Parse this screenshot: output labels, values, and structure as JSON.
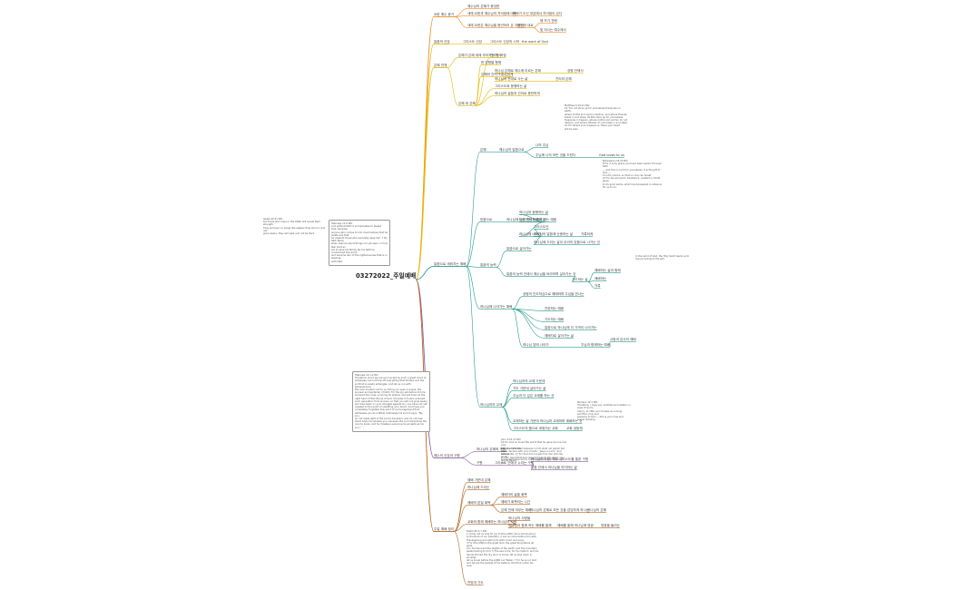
{
  "root": "03272022_주일예배",
  "colors": {
    "orange": "#f08a24",
    "yellow": "#e6b800",
    "green": "#6ab04c",
    "teal": "#2a9d8f",
    "blue": "#2e86c1",
    "purple": "#8e5ea2",
    "brown": "#b5651d",
    "root": "#555555"
  },
  "branches": {
    "b1": {
      "label": "요한 예수 증거",
      "c1": "예수님의 은혜가 충성한",
      "c2": "세례 요한과 예수님의 차이점에 대해",
      "c2a": "모세가 오신 부분에서 차이점이 있다",
      "c3": "세례 요한은 예수님을 증언하러 온 자이다",
      "c3a": "증언한 대로",
      "c3a1": "해 뜨기 전에",
      "c3a2": "빛 되시는 예수께서"
    },
    "b2": {
      "label": "말씀의 신앙",
      "c1": "그리스도 신앙",
      "c2": "그리스도 신앙의 시작",
      "c2a": "the work of God"
    },
    "b3": {
      "label": "은혜 전체",
      "c1": "은혜가 은혜 위에 부어지는 역사",
      "c2": "은혜 위 은혜",
      "c3": "은혜와 진리가 온전하게",
      "c3a": "진리는 과정",
      "c3b": "한 방향을 향해",
      "c3b1": "하나님 은혜로 예수께 이르는 은혜",
      "c3b1a": "성령 안에서",
      "c3b2": "하나님의 뜻대로 사는 삶",
      "c3b2a": "진리와 은혜",
      "c3c": "그리스도와 동행하는 삶",
      "c3d": "하나님의 말씀과 진리로 충만하게"
    },
    "b4": {
      "label": "말씀으로 세워지는 예배",
      "s1": {
        "label": "은혜",
        "c1": "예수님의 말씀으로",
        "c1a": "나의 주님",
        "c1b": "주님께 나의 모든 것을 드린다",
        "c1b1": "God loves to us",
        "note": "Matthew 6:19-21 NIV\n19 \"Do not store up for yourselves treasures on earth,\nwhere moths and vermin destroy, and where thieves\nbreak in and steal. 20 But store up for yourselves\ntreasures in heaven, where moths and vermin do not\ndestroy, and where thieves do not break in and steal.\n21 For where your treasure is, there your heart\nwill be also."
      },
      "s2": {
        "label": "믿음으로",
        "c1": "하나님께 나아가는 믿음의 삶",
        "c1a": "하나님과 동행하는 삶",
        "c1b": "말씀 안에서 함께 하는 예배",
        "c1c": "하나님께 나아가",
        "c1c1": "그리스도인",
        "c1c2": "하나님의 말씀에 순종하는 삶",
        "c1c2a": "거룩하게",
        "c1c3": "하나님께 드리는 삶이 우리의 믿음으로 나가는 것",
        "note": "Ephesians 2:8-10 NIV\n8 For it is by grace you have been saved, through faith\n— and this is not from yourselves, it is the gift of God —\n9 not by works, so that no one can boast.\n10 For we are God's handiwork, created in Christ Jesus\nto do good works, which God prepared in advance\nfor us to do."
      },
      "s3": {
        "label": "말씀의 능력",
        "c1": "말씀으로 살아가는",
        "c2": "말씀의 능력 안에서 예수님을 바라보며 살아가는 것",
        "c2a": "기도하는 삶",
        "c2a1": "예배하는 삶과 함께",
        "c2a1a": "In the word of God, the Holy Spirit leads us to live according to His will.",
        "c2a2": "예배하는",
        "c2a3": "거룩"
      },
      "s4": {
        "label": "하나님께 나아가는 예배",
        "c1": "성령의 인도하심으로 예배하며 주님을 만나는",
        "c1a": "찬양하는 예배",
        "c1b": "말씀으로 하나님께 더 가까이 나아가는",
        "c1c": "기도하는 예배",
        "c1d": "예배자로 살아가는 삶",
        "c2": "하나님 앞에 나아가",
        "c2a": "주님과 함께하는 예배",
        "c2a1": "사랑과 감사의 예배"
      },
      "s5": {
        "label": "하나님과의 교제",
        "c1": "하나님과의 교제 가운데",
        "c2": "기도 가운데 살아가는 삶",
        "c3": "주님과 더 깊은 교제를 하는 것",
        "c4": "교제하는 삶 가운데 하나님과 교제하며 예배하는 것",
        "c4a": "Romans 12:1 NIV\nTherefore, I urge you, brothers and sisters, in view of God's\nmercy, to offer your bodies as a living sacrifice, holy and\npleasing to God — this is your true and proper worship.",
        "c5": "그리스도의 몸으로 세워지는 교회",
        "c5a": "교회 공동체"
      }
    },
    "b5": {
      "label": "예수의 신앙과 구원",
      "c1": "하나님의 은혜와 구원",
      "c2": "구원",
      "c2a": "그리스도 안에서 누리는 구원",
      "c2a1": "하나님의 사랑, 예수 그리스도를 통한 구원",
      "c2a2": "믿음 안에서 하나님을 의지하는 삶",
      "note": "John 3:16-17 NIV\n16 For God so loved the world that he gave his one and only\nSon, that whoever believes in him shall not perish but have\neternal life. 17 For God did not send his Son into the world\nto condemn the world, but to save the world through him.",
      "note2": "Romans 10:9 NIV\nIf you declare with your mouth, \"Jesus is Lord,\" and believe\nin your heart that God raised him from the dead, you will be saved."
    },
    "b6": {
      "label": "주일 예배 정리",
      "c1": "예배 가운데 은혜",
      "c2": "하나님께 드리는",
      "c3": "예배의 본질 회복",
      "c3a": "예배자의 삶을 회복",
      "c3b": "예배가 회복되는 시간",
      "c3c": "은혜 안에 머무는 예배",
      "c3c1": "하나님의 은혜로 모든 것을 감당하게 하시는",
      "c3c1a": "하나님의 은혜",
      "c4": "교회와 함께 예배하는 하나님의 사람",
      "c4a": "하나님의 사람들",
      "c4b": "하나님과 함께 하는 예배를 통해",
      "c4b1": "예배를 통해 하나님께 영광",
      "c4b1a": "영광을 돌리는",
      "c5": "찬양과 기도",
      "note": "Psalm 95:1-7 NIV\n1 Come, let us sing for joy to the LORD; let us shout aloud\nto the Rock of our salvation. 2 Let us come before him with\nthanksgiving and extol him with music and song.\n3 For the LORD is the great God, the great King above all gods.\n4 In his hand are the depths of the earth, and the mountain\npeaks belong to him. 5 The sea is his, for he made it, and his\nhands formed the dry land. 6 Come, let us bow down in worship,\nlet us kneel before the LORD our Maker; 7 for he is our God\nand we are the people of his pasture, the flock under his care."
    },
    "notes_left": {
      "n1": "Isaiah 40:31 NIV\nbut those who hope in the LORD will renew their strength.\nThey will soar on wings like eagles; they will run and not\ngrow weary, they will walk and not be faint.",
      "n2": "Hebrews 11:6 NIV\nAnd without faith it is impossible to please God, because\nanyone who comes to him must believe that he exists and that\nhe rewards those who earnestly seek him. 7 By faith Noah,\nwhen warned about things not yet seen, in holy fear built an\nark to save his family. By his faith he condemned the world\nand became heir of the righteousness that is in keeping\nwith faith.",
      "n3": "Hebrews 12:1-2 NIV\nTherefore, since we are surrounded by such a great cloud of\nwitnesses, let us throw off everything that hinders and the\nsin that so easily entangles. And let us run with perseverance\nthe race marked out for us, fixing our eyes on Jesus, the\npioneer and perfecter of faith. For the joy set before him he\nendured the cross, scorning its shame, and sat down at the\nright hand of the throne of God. Consider him who endured\nsuch opposition from sinners, so that you will not grow weary\nand lose heart. In your struggle against sin, you have not yet\nresisted to the point of shedding your blood. And have you\ncompletely forgotten this word of encouragement that\naddresses you as a father addresses his son? It says, \"My son,\ndo not make light of the Lord's discipline, and do not lose\nheart when he rebukes you, because the Lord disciplines the\none he loves, and he chastens everyone he accepts as his son.\""
    }
  }
}
